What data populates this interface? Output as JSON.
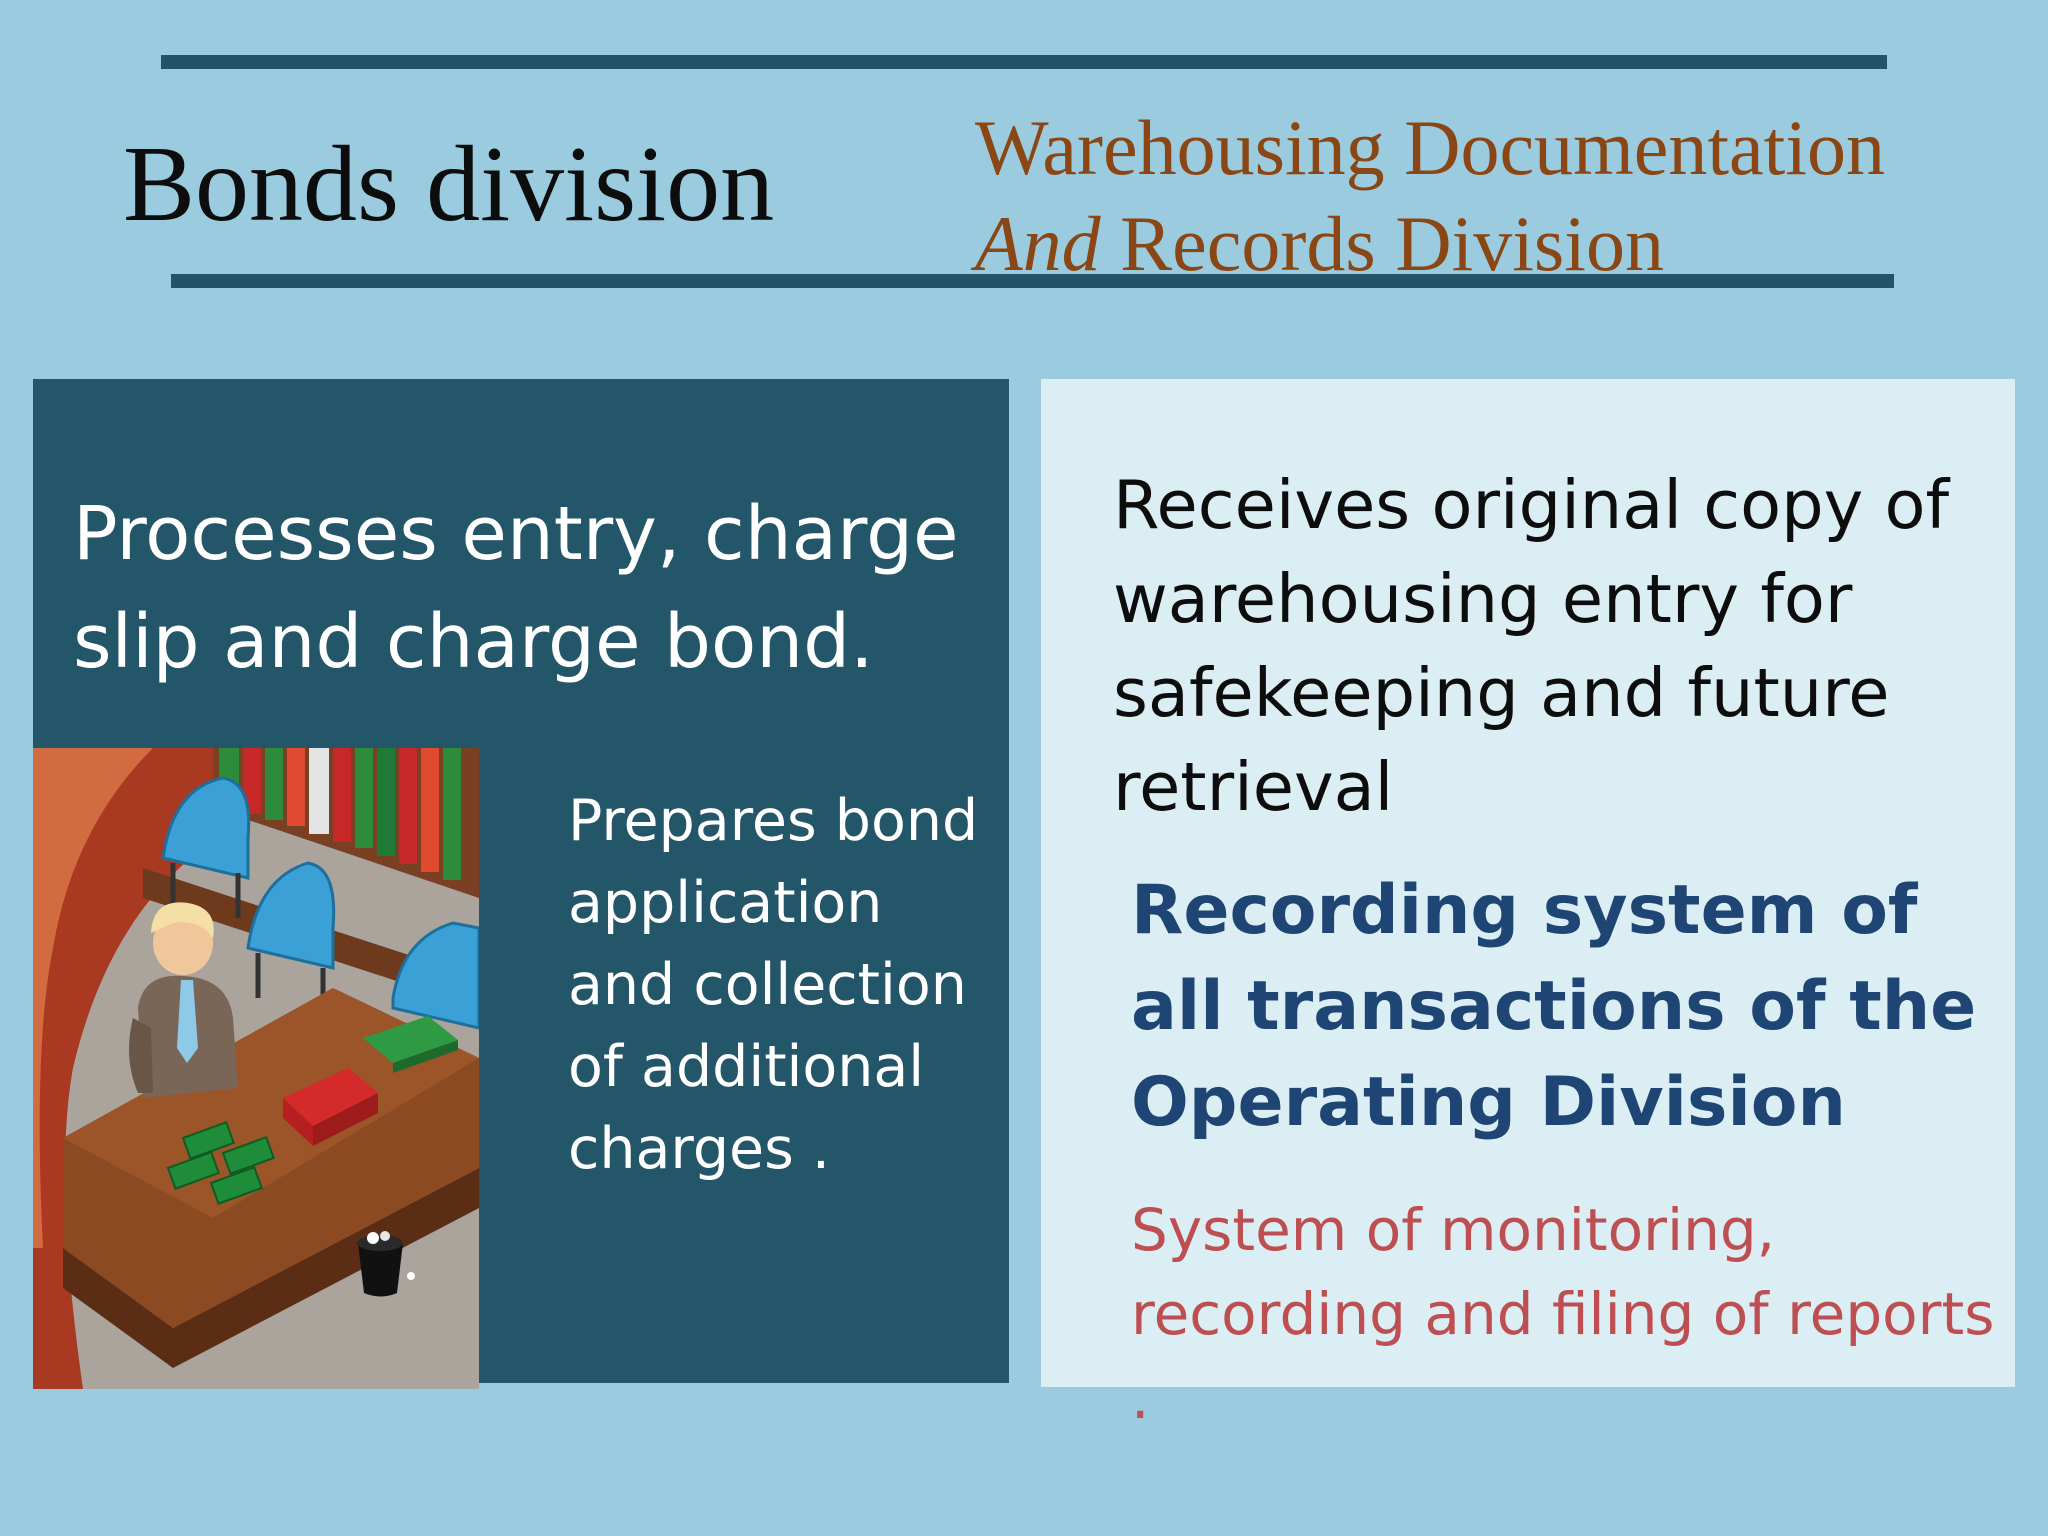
{
  "header": {
    "title_left": "Bonds division",
    "title_right_line1": "Warehousing Documentation",
    "title_right_line2_italic": "And",
    "title_right_line2_rest": " Records Division"
  },
  "left_panel": {
    "main_text": "Processes entry, charge slip and charge bond.",
    "sub_text": "Prepares bond application and collection of additional charges ."
  },
  "right_panel": {
    "main_text": "Receives original copy of warehousing entry for safekeeping and future retrieval",
    "bold_text": "Recording system of all transactions of the Operating Division",
    "red_text_line1": "System of monitoring,",
    "red_text_line2": "recording and filing of reports",
    "red_text_line3": "."
  },
  "colors": {
    "background": "#9acbdf",
    "rule": "#215467",
    "left_panel": "#235668",
    "right_panel": "#dbeef4",
    "title_right": "#8a4715",
    "bold_text": "#1f4574",
    "red_text": "#bd4f52"
  }
}
